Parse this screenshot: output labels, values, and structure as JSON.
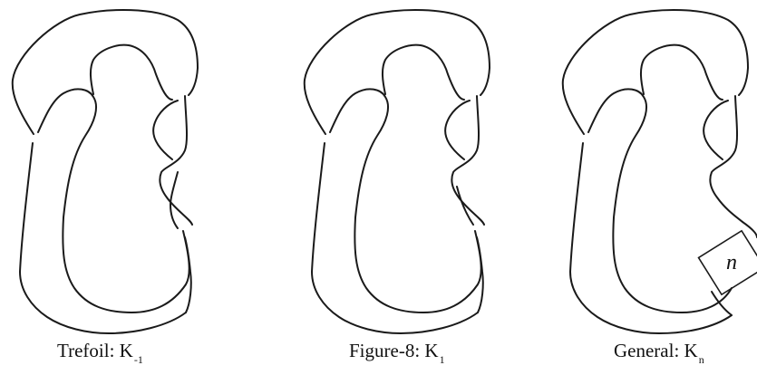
{
  "figure": {
    "panels": [
      {
        "id": "trefoil",
        "caption": "Trefoil: K",
        "subscript": "-1"
      },
      {
        "id": "figure8",
        "caption": "Figure-8: K",
        "subscript": "1"
      },
      {
        "id": "general",
        "caption": "General: K",
        "subscript": "n",
        "twist_box_label": "n"
      }
    ]
  }
}
